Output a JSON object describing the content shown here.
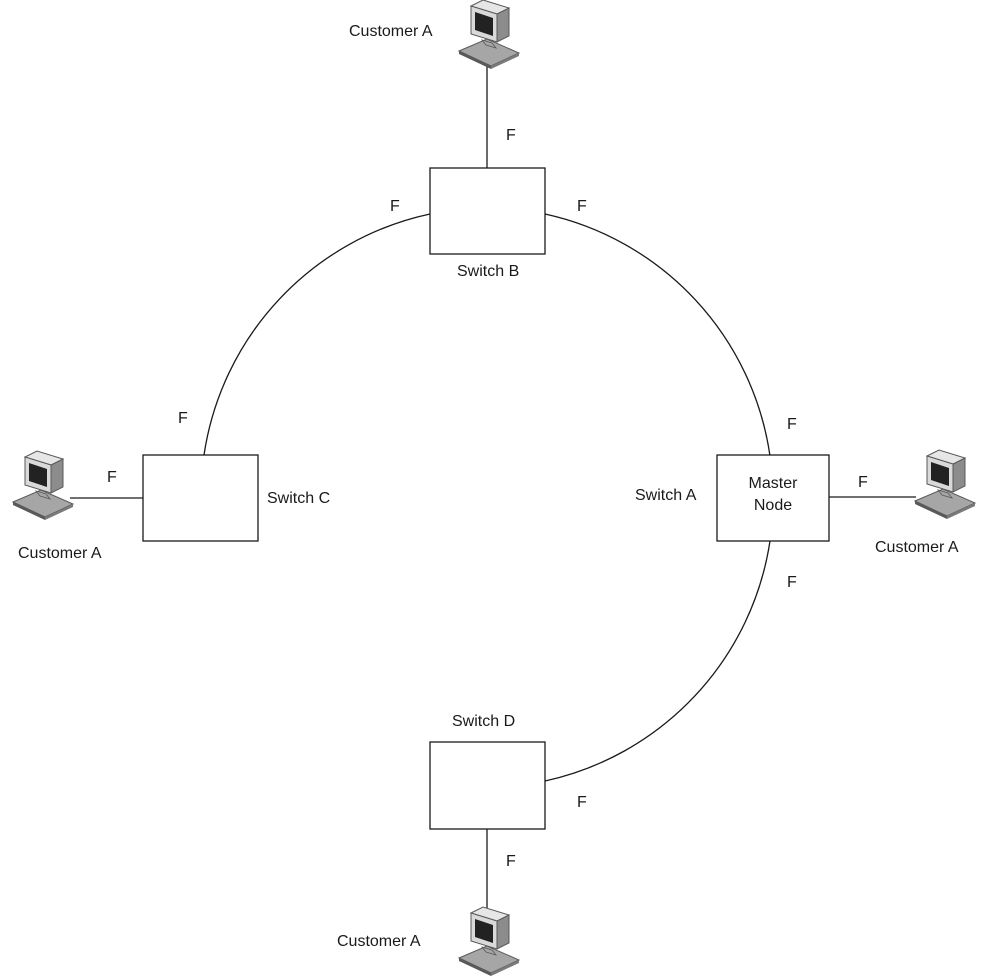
{
  "colors": {
    "line": "#1a1a1a",
    "pc_light": "#d9d9d9",
    "pc_mid": "#a6a6a6",
    "pc_dark": "#595959",
    "screen": "#222222"
  },
  "switches": {
    "b": {
      "label": "Switch B"
    },
    "c": {
      "label": "Switch C"
    },
    "a": {
      "label": "Switch A",
      "inner_line1": "Master",
      "inner_line2": "Node"
    },
    "d": {
      "label": "Switch D"
    }
  },
  "customers": {
    "top": {
      "label": "Customer A"
    },
    "left": {
      "label": "Customer A"
    },
    "right": {
      "label": "Customer A"
    },
    "bottom": {
      "label": "Customer A"
    }
  },
  "ports": {
    "b_customer": "F",
    "b_left": "F",
    "b_right": "F",
    "c_ring": "F",
    "c_customer": "F",
    "a_top": "F",
    "a_customer": "F",
    "a_bottom": "F",
    "d_ring": "F",
    "d_customer": "F"
  },
  "icons": {
    "computer": "desktop-computer-icon"
  }
}
